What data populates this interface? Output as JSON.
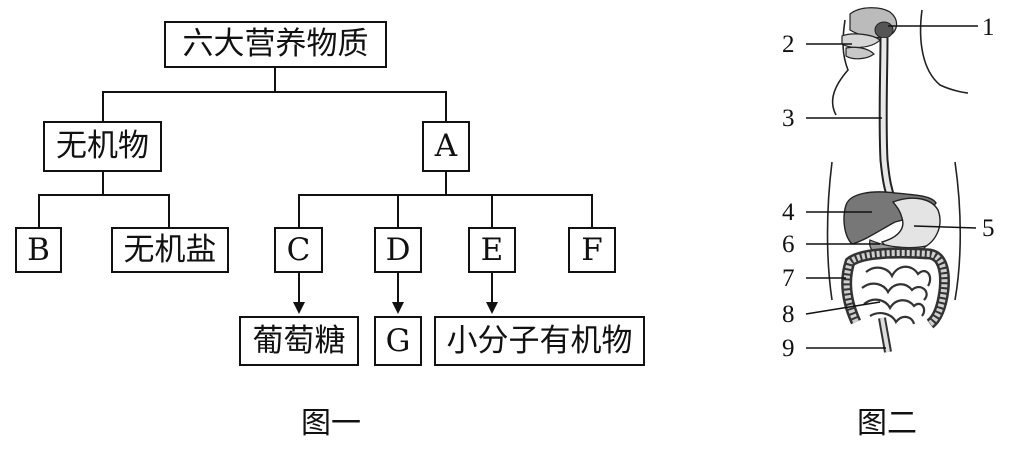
{
  "figure1": {
    "root": "六大营养物质",
    "inorganic": "无机物",
    "a": "A",
    "b": "B",
    "salt": "无机盐",
    "c": "C",
    "d": "D",
    "e": "E",
    "f": "F",
    "glucose": "葡萄糖",
    "g": "G",
    "small_organic": "小分子有机物",
    "caption": "图一"
  },
  "figure2": {
    "labels": [
      "1",
      "2",
      "3",
      "4",
      "5",
      "6",
      "7",
      "8",
      "9"
    ],
    "caption": "图二"
  }
}
